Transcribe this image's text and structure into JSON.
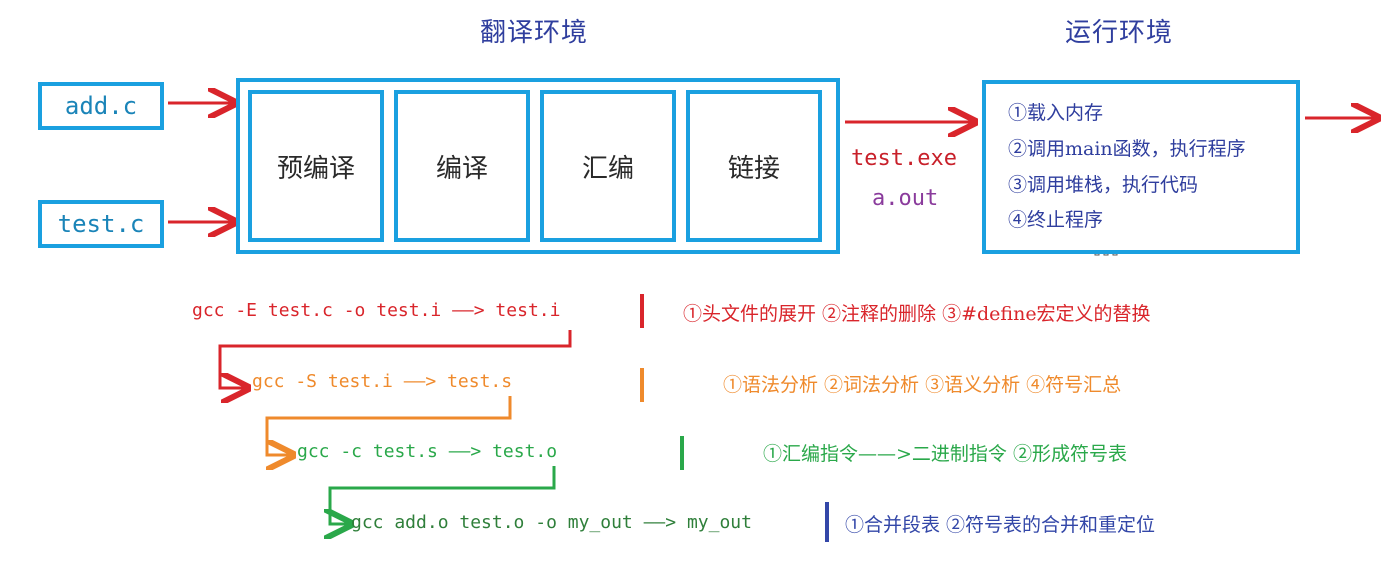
{
  "titles": {
    "translation_env": "翻译环境",
    "runtime_env": "运行环境"
  },
  "inputs": {
    "file1": "add.c",
    "file2": "test.c"
  },
  "stages": [
    "预编译",
    "编译",
    "汇编",
    "链接"
  ],
  "outputs": {
    "exe": "test.exe",
    "aout": "a.out"
  },
  "runtime_steps": [
    "①载入内存",
    "②调用main函数，执行程序",
    "③调用堆栈，执行代码",
    "④终止程序"
  ],
  "commands": [
    {
      "cmd": "gcc -E test.c -o test.i ——> test.i",
      "note": "①头文件的展开 ②注释的删除 ③#define宏定义的替换",
      "color": "#d9252b"
    },
    {
      "cmd": "gcc -S test.i ——> test.s",
      "note": "①语法分析 ②词法分析 ③语义分析 ④符号汇总",
      "color": "#ef8a2c"
    },
    {
      "cmd": "gcc -c test.s ——> test.o",
      "note": "①汇编指令——>二进制指令  ②形成符号表",
      "color": "#2aa84a"
    },
    {
      "cmd": "gcc add.o test.o -o my_out ——> my_out",
      "note": "①合并段表 ②符号表的合并和重定位",
      "color": "#2f7f3a",
      "bar_color": "#3347a8",
      "note_color": "#3347a8"
    }
  ],
  "colors": {
    "box_border": "#1aa0e0",
    "arrow_red": "#d9252b",
    "title_blue": "#2f3e9e",
    "exe_red": "#c8202a",
    "aout_purple": "#8a3b9c"
  }
}
